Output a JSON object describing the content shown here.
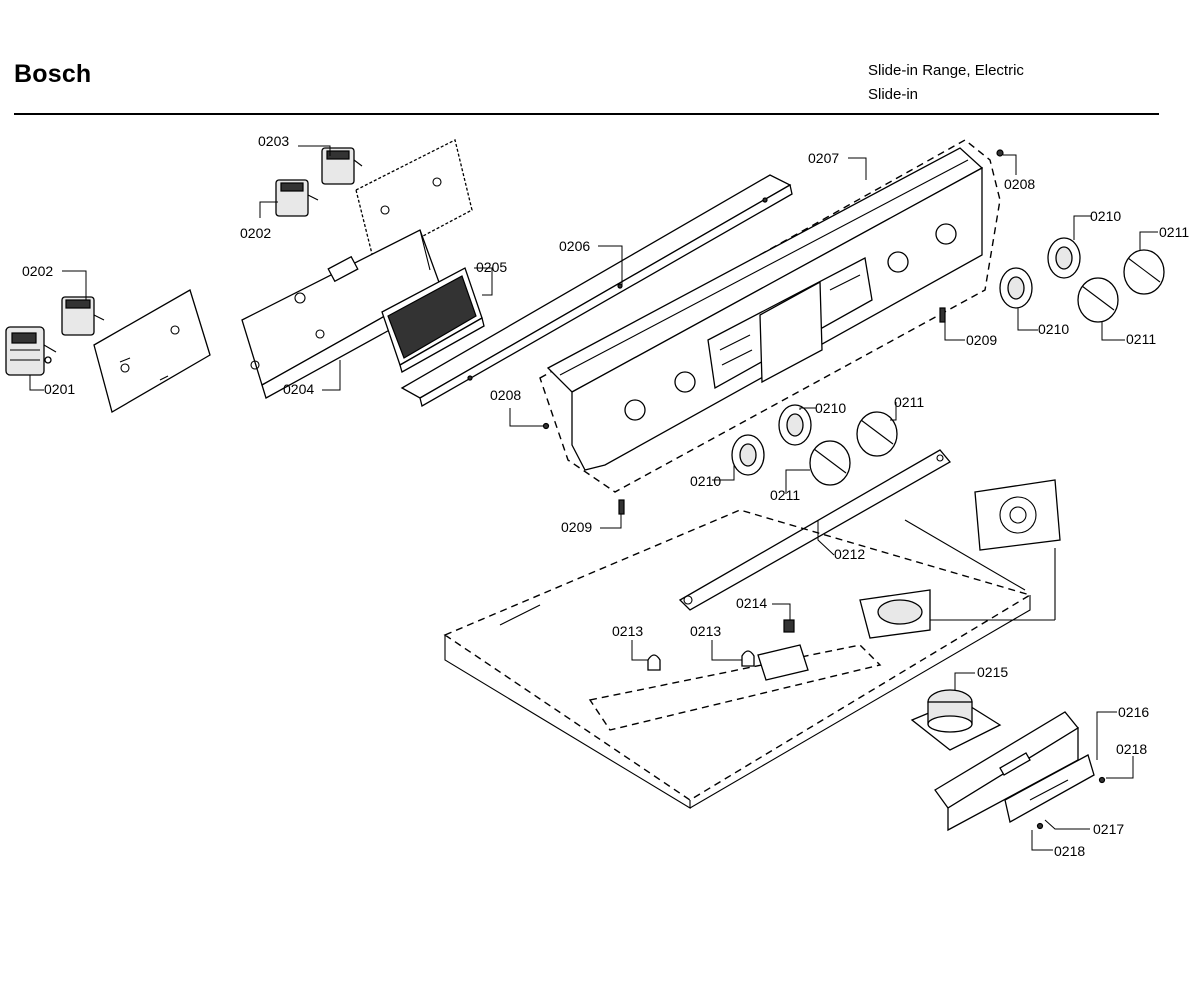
{
  "header": {
    "brand": "Bosch",
    "product_line1": "Slide-in Range, Electric",
    "product_line2": "Slide-in"
  },
  "callouts": [
    {
      "id": "c1",
      "text": "0203"
    },
    {
      "id": "c2",
      "text": "0202"
    },
    {
      "id": "c3",
      "text": "0202"
    },
    {
      "id": "c4",
      "text": "0201"
    },
    {
      "id": "c5",
      "text": "0204"
    },
    {
      "id": "c6",
      "text": "0205"
    },
    {
      "id": "c7",
      "text": "0206"
    },
    {
      "id": "c8",
      "text": "0207"
    },
    {
      "id": "c9",
      "text": "0208"
    },
    {
      "id": "c10",
      "text": "0208"
    },
    {
      "id": "c11",
      "text": "0209"
    },
    {
      "id": "c12",
      "text": "0209"
    },
    {
      "id": "c13",
      "text": "0210"
    },
    {
      "id": "c14",
      "text": "0210"
    },
    {
      "id": "c15",
      "text": "0211"
    },
    {
      "id": "c16",
      "text": "0211"
    },
    {
      "id": "c17",
      "text": "0210"
    },
    {
      "id": "c18",
      "text": "0211"
    },
    {
      "id": "c19",
      "text": "0210"
    },
    {
      "id": "c20",
      "text": "0211"
    },
    {
      "id": "c21",
      "text": "0212"
    },
    {
      "id": "c22",
      "text": "0214"
    },
    {
      "id": "c23",
      "text": "0213"
    },
    {
      "id": "c24",
      "text": "0213"
    },
    {
      "id": "c25",
      "text": "0215"
    },
    {
      "id": "c26",
      "text": "0216"
    },
    {
      "id": "c27",
      "text": "0218"
    },
    {
      "id": "c28",
      "text": "0217"
    },
    {
      "id": "c29",
      "text": "0218"
    }
  ]
}
